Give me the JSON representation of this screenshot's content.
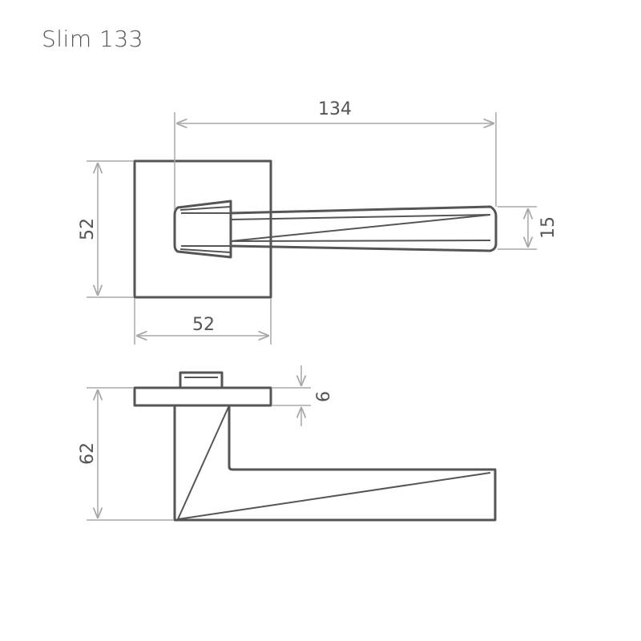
{
  "title": "Slim 133",
  "dimensions": {
    "handle_length": "134",
    "rosette_height": "52",
    "rosette_width": "52",
    "lever_width": "15",
    "rosette_thickness": "6",
    "total_depth": "62"
  },
  "colors": {
    "outline": "#555555",
    "dimension_line": "#a8a8a8",
    "background": "#ffffff"
  }
}
